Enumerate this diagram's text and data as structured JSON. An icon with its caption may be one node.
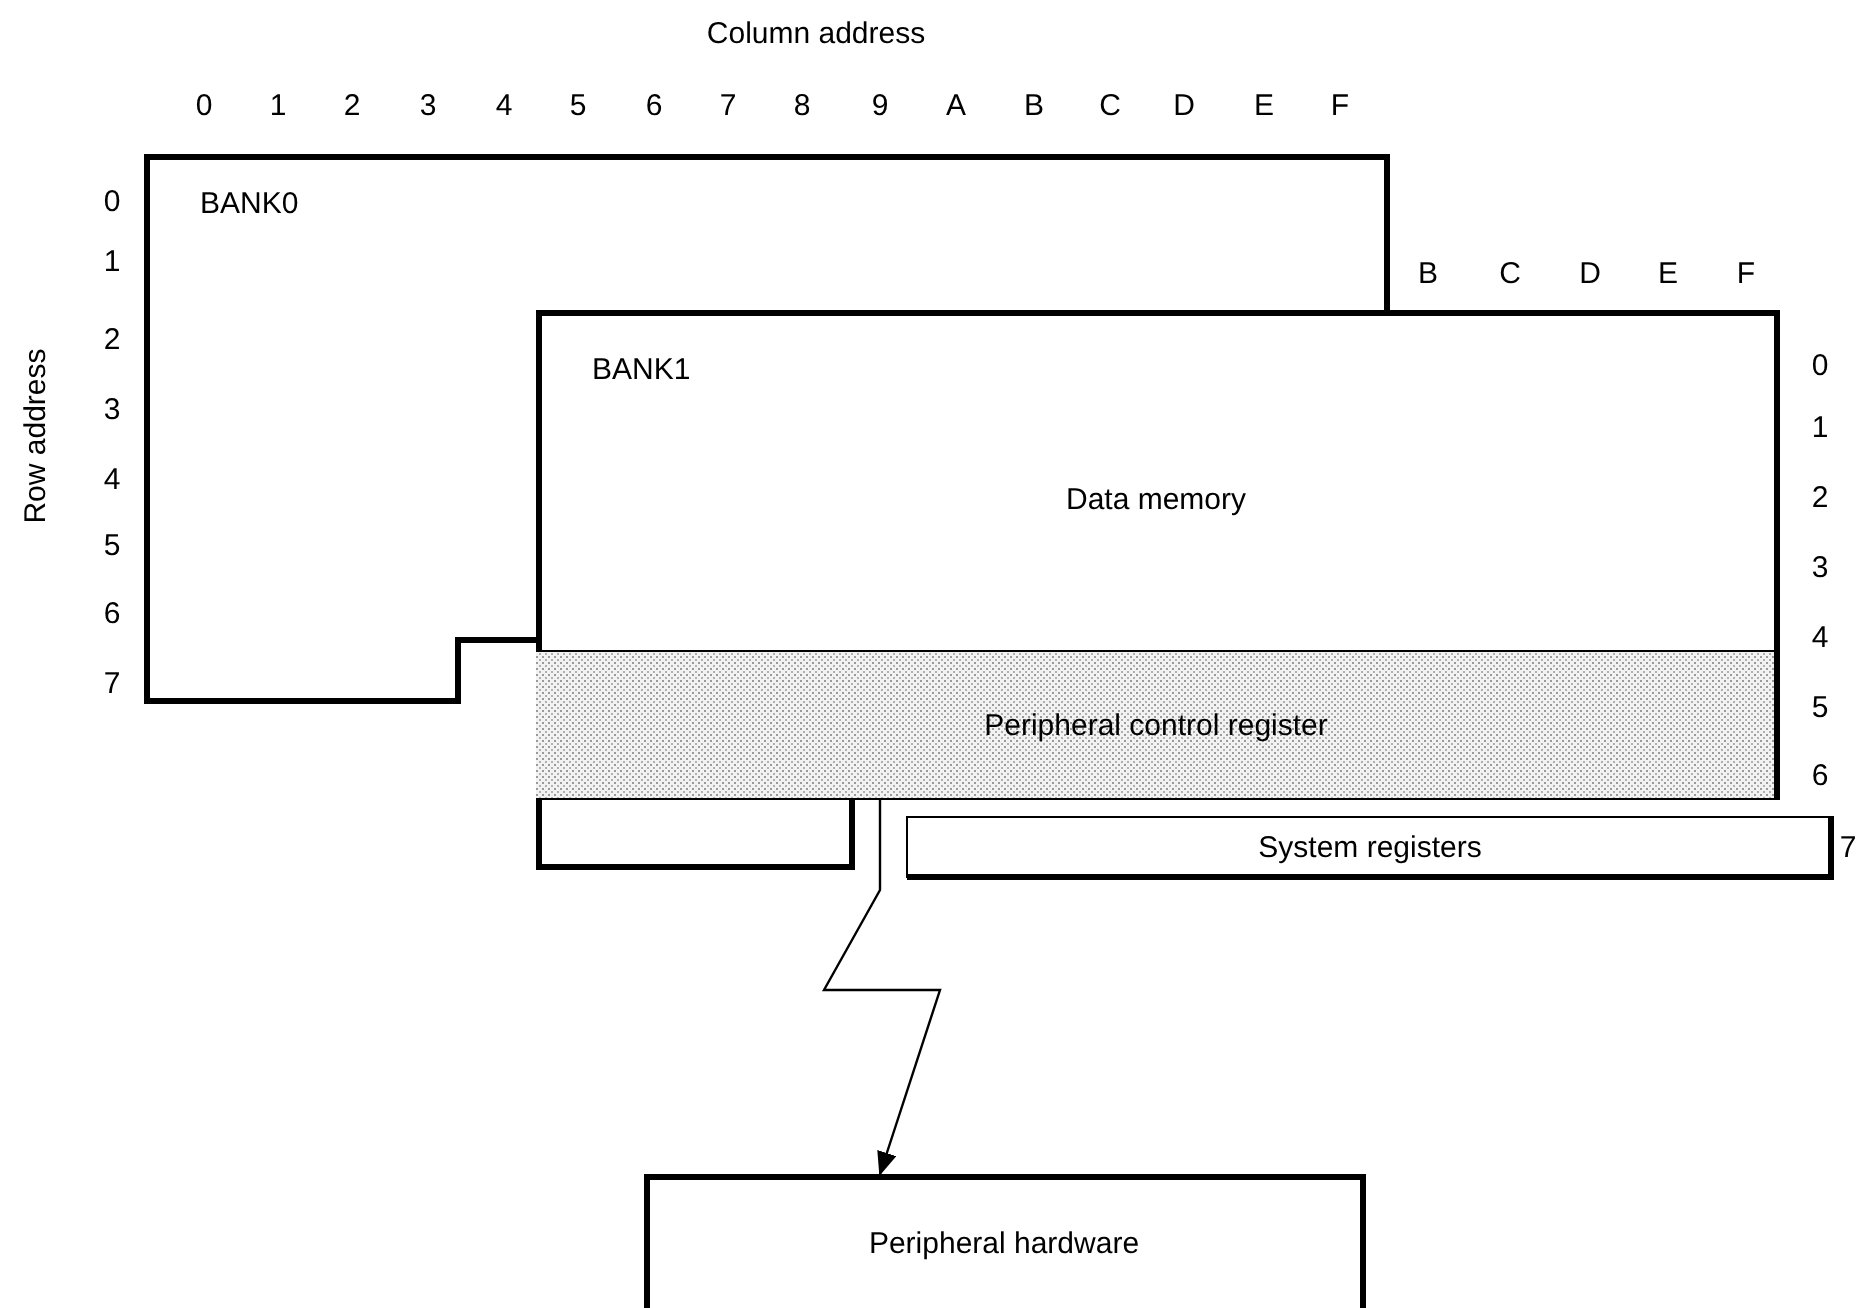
{
  "diagram": {
    "nodes": [
      {
        "text": [
          "BANK0"
        ]
      },
      {
        "text": [
          "BANK1",
          "Data memory"
        ]
      },
      {
        "text": [
          "Peripheral control register"
        ],
        "in": 1
      },
      {
        "text": [
          "System registers"
        ]
      },
      {
        "text": [
          "Peripheral hardware"
        ]
      }
    ],
    "edges": [
      {
        "from": 2,
        "to": 4,
        "arrow": "to"
      }
    ],
    "labels": [
      "Column address",
      "0",
      "1",
      "2",
      "3",
      "4",
      "5",
      "6",
      "7",
      "8",
      "9",
      "A",
      "B",
      "C",
      "D",
      "E",
      "F",
      "0",
      "1",
      "B",
      "C",
      "D",
      "E",
      "F",
      "2",
      "0",
      "Row address",
      "3",
      "1",
      "4",
      "2",
      "5",
      "3",
      "6",
      "4",
      "7",
      "5",
      "6",
      "7"
    ]
  }
}
